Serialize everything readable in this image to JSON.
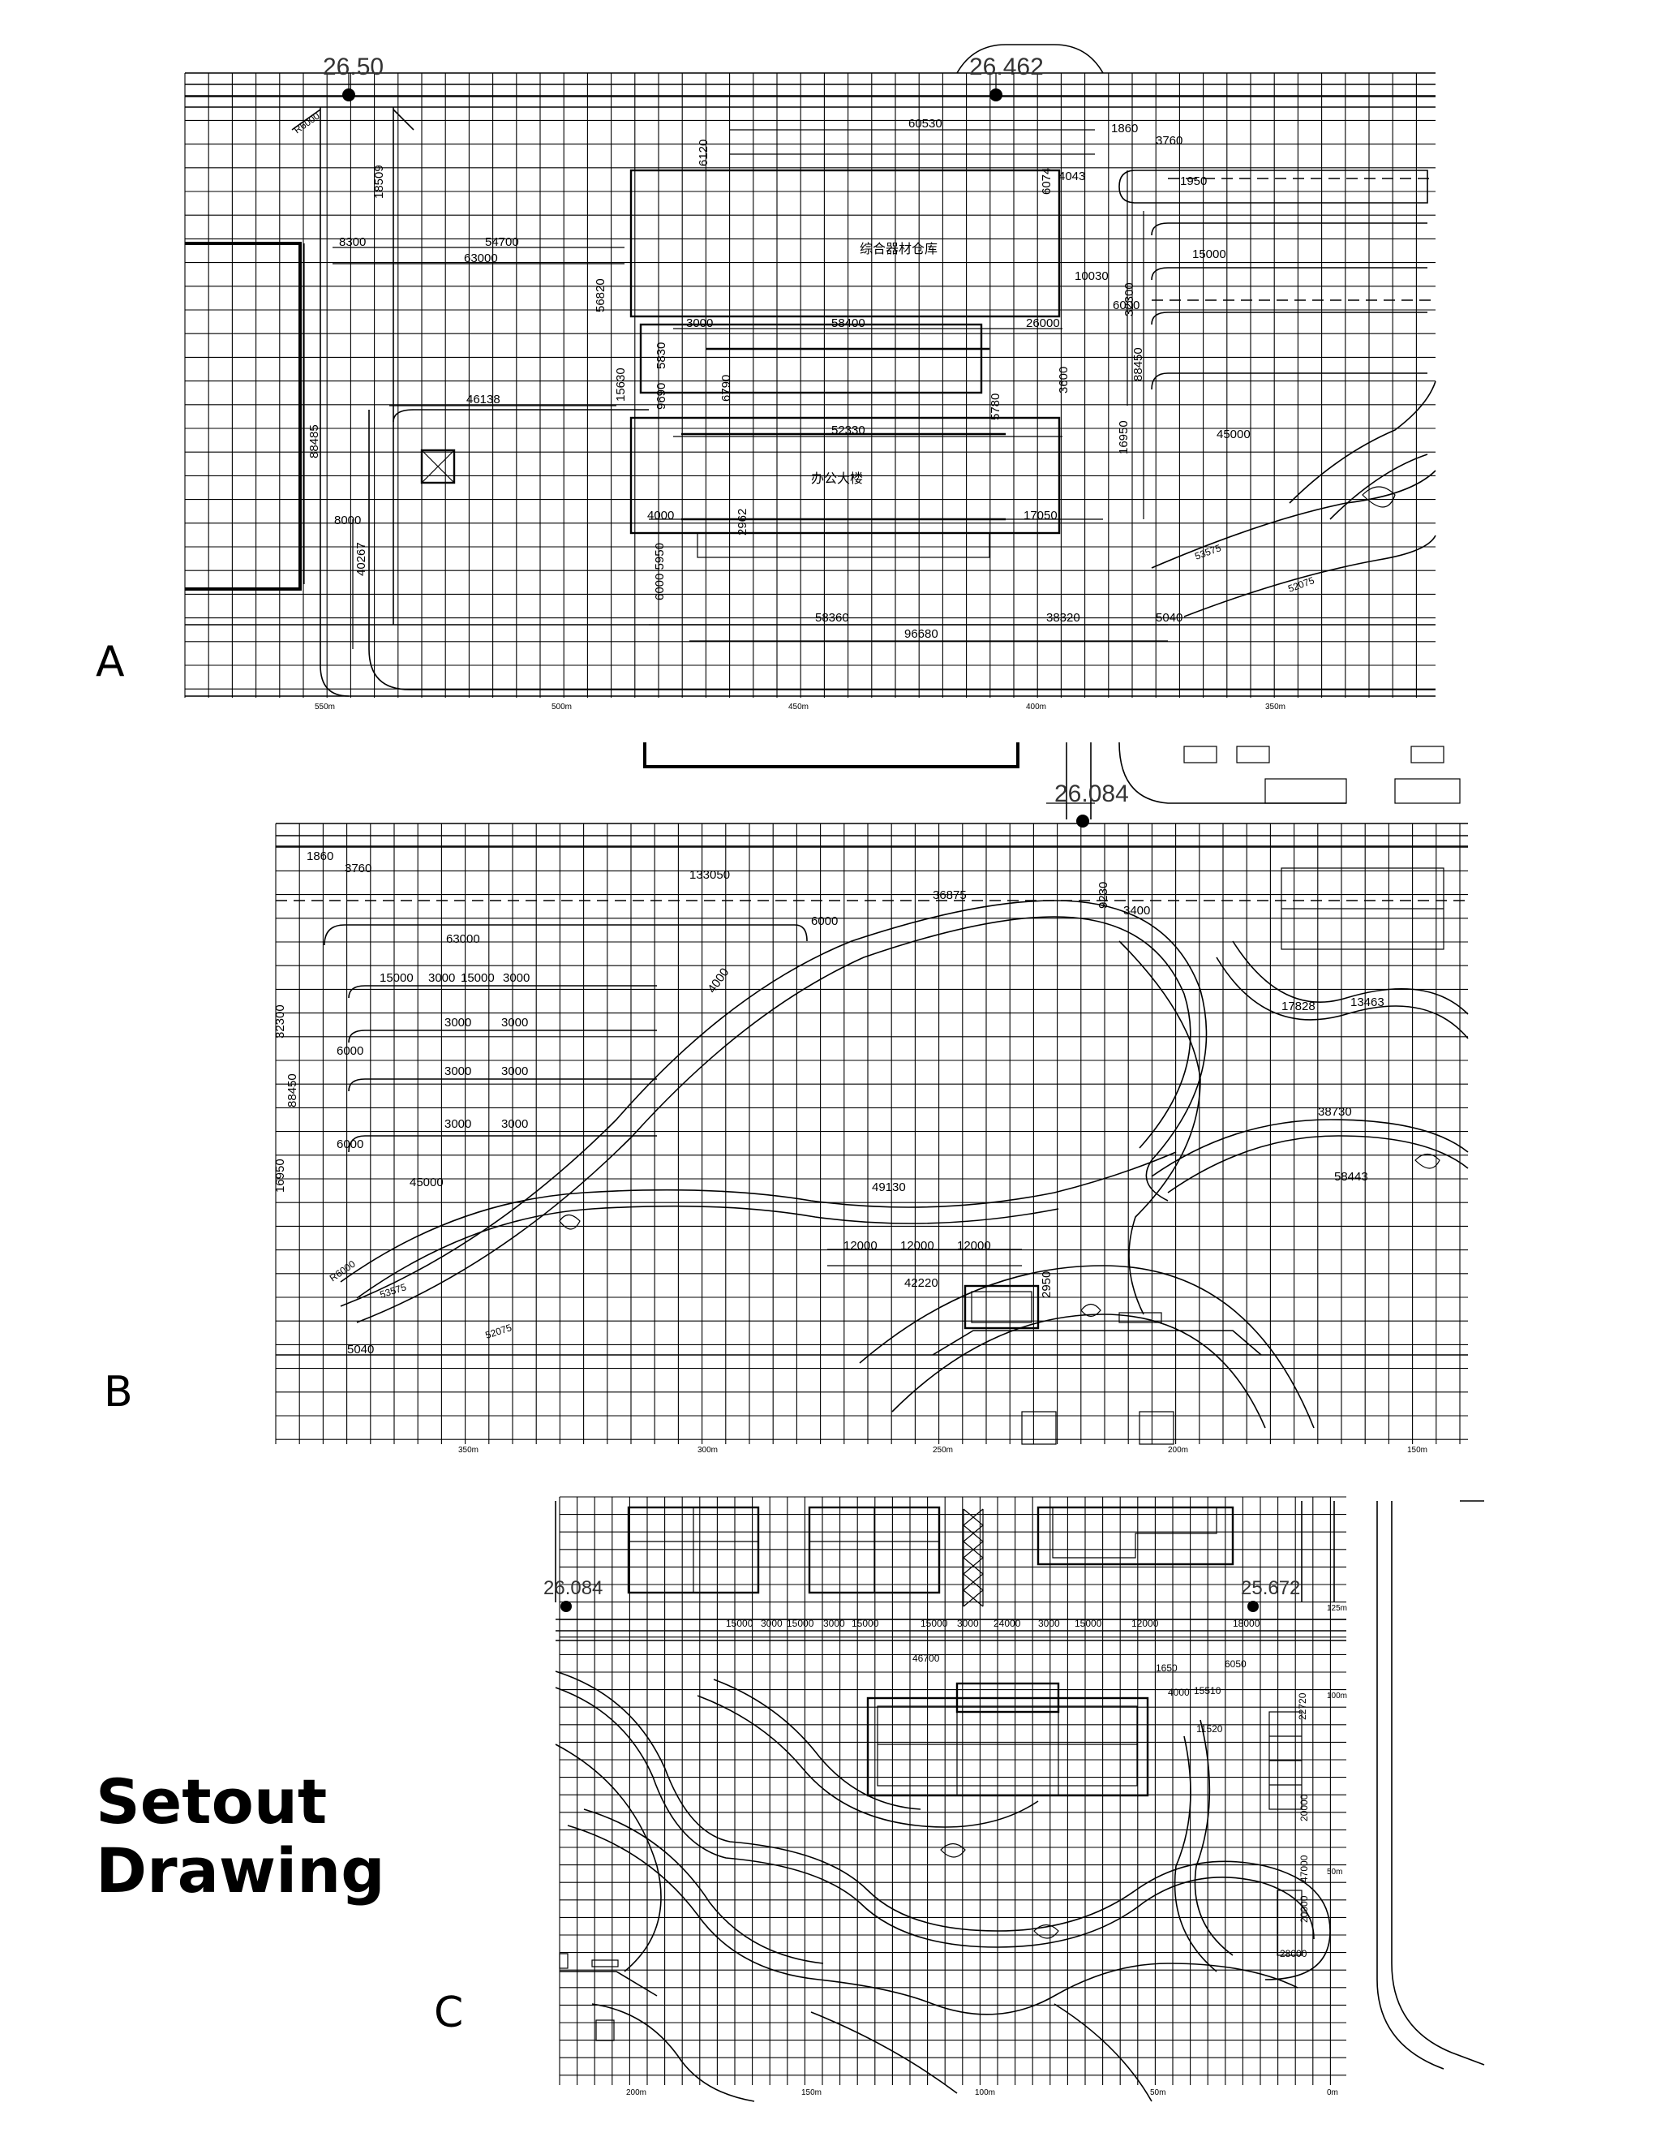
{
  "title": {
    "line1": "Setout",
    "line2": "Drawing"
  },
  "panels": {
    "a": {
      "letter": "A",
      "elevations": [
        "26.50",
        "26.462"
      ],
      "scale_labels": [
        "550m",
        "500m",
        "450m",
        "400m",
        "350m"
      ],
      "building_names": [
        "综合器材仓库",
        "办公大楼"
      ],
      "dimensions": {
        "d60530": "60530",
        "d6120": "6120",
        "d1860": "1860",
        "d3760": "3760",
        "d1950": "1950",
        "d6074": "6074",
        "d4043": "4043",
        "d18509": "18509",
        "d8300": "8300",
        "d54700": "54700",
        "d63000": "63000",
        "d56820": "56820",
        "d3000": "3000",
        "d58400": "58400",
        "d26000": "26000",
        "d10030": "10030",
        "d32300": "32300",
        "d6000": "6000",
        "d88485": "88485",
        "d46138": "46138",
        "d15630": "15630",
        "d9690": "9690",
        "d5830": "5830",
        "d6790": "6790",
        "d52330": "52330",
        "d8000": "8000",
        "d40267": "40267",
        "d4000": "4000",
        "d2962": "2962",
        "d17050": "17050",
        "d6000_5950": "6000 5950",
        "d58360": "58360",
        "d96680": "96680",
        "d38320": "38320",
        "d5040": "5040",
        "d88450": "88450",
        "d16950": "16950",
        "d45000": "45000",
        "d15000": "15000",
        "d53575": "53575",
        "d52075": "52075",
        "dR6000": "R6000",
        "d5780": "5780",
        "d3600": "3600"
      }
    },
    "b": {
      "letter": "B",
      "elevation": "26.084",
      "scale_labels": [
        "350m",
        "300m",
        "250m",
        "200m",
        "150m"
      ],
      "dimensions": {
        "d133050": "133050",
        "d36875": "36875",
        "d1860": "1860",
        "d3760": "3760",
        "d63000": "63000",
        "d15000": "15000",
        "d3000": "3000",
        "d6000": "6000",
        "d16950": "16950",
        "d45000": "45000",
        "d49130": "49130",
        "d12000": "12000",
        "d42220": "42220",
        "d2950": "2950",
        "d5040": "5040",
        "d53575": "53575",
        "d52075": "52075",
        "d9230": "9230",
        "d3400": "3400",
        "d13463": "13463",
        "d17828": "17828",
        "d38730": "38730",
        "d58443": "58443",
        "d88450": "88450",
        "d32300": "32300",
        "dR6000": "R6000",
        "d4000": "4000"
      }
    },
    "c": {
      "letter": "C",
      "elevations": [
        "26.084",
        "25.672"
      ],
      "scale_labels": [
        "200m",
        "150m",
        "100m",
        "50m",
        "0m"
      ],
      "side_scale_labels": [
        "125m",
        "100m",
        "50m"
      ],
      "dimensions": {
        "d15000": "15000",
        "d3000": "3000",
        "d24000": "24000",
        "d12000": "12000",
        "d18000": "18000",
        "d46700": "46700",
        "d22720": "22720",
        "d20000": "20000",
        "d47000": "47000",
        "d28000": "28000",
        "d15510": "15510",
        "d11520": "11520",
        "d1650": "1650",
        "d6050": "6050",
        "d4000": "4000"
      }
    }
  }
}
